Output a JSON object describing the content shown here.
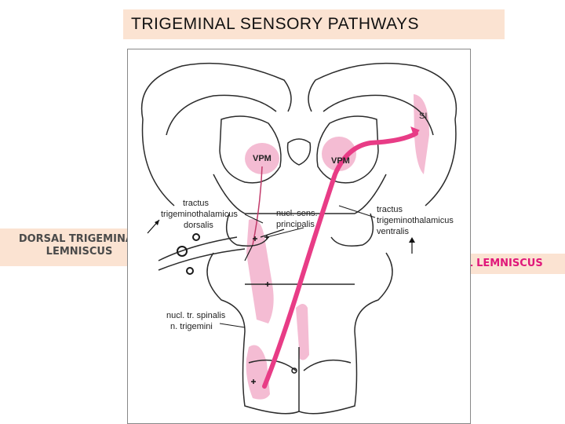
{
  "title": "TRIGEMINAL  SENSORY PATHWAYS",
  "left_label": {
    "line1": "DORSAL TRIGEMINAL",
    "line2": "LEMNISCUS"
  },
  "right_label": "TRIGEMINAL LEMNISCUS",
  "diagram": {
    "si": "SI",
    "vpm_left": "VPM",
    "vpm_right": "VPM",
    "tractus_dorsalis": [
      "tractus",
      "trigeminothalamicus",
      "dorsalis"
    ],
    "nucl_principalis": [
      "nucl. sens.",
      "principalis"
    ],
    "tractus_ventralis": [
      "tractus",
      "trigeminothalamicus",
      "ventralis"
    ],
    "nucl_spinalis": [
      "nucl. tr. spinalis",
      "n. trigemini"
    ]
  },
  "colors": {
    "pathway_pink": "#e83c86",
    "region_pink": "#f2b3cd",
    "label_bg": "#fbe3d2",
    "right_label_text": "#e0187a"
  }
}
